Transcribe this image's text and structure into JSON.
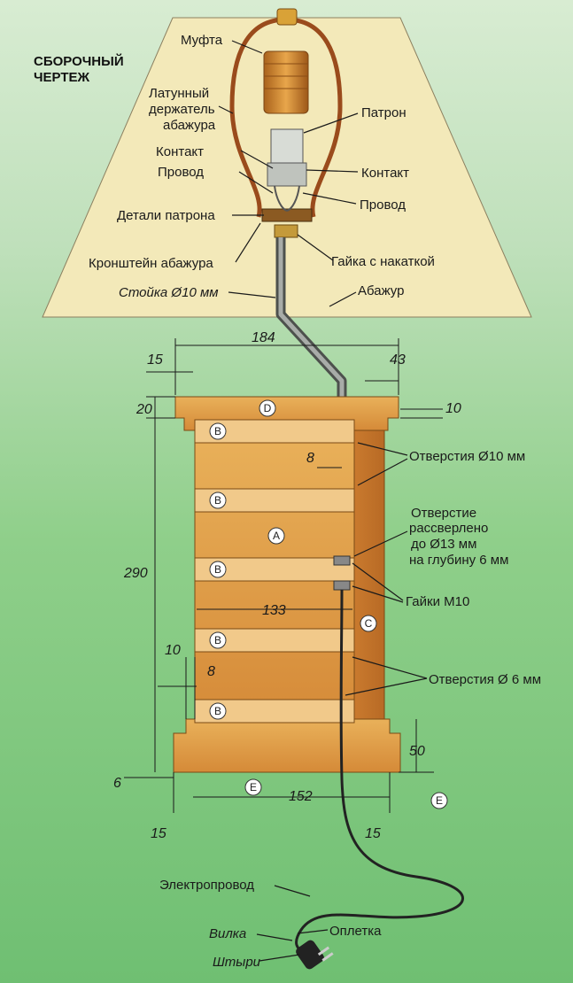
{
  "title_line1": "СБОРОЧНЫЙ",
  "title_line2": "ЧЕРТЕЖ",
  "labels": {
    "mufta": "Муфта",
    "holder1": "Латунный",
    "holder2": "держатель",
    "holder3": "абажура",
    "patron": "Патрон",
    "kontakt_l": "Контакт",
    "kontakt_r": "Контакт",
    "provod_l": "Провод",
    "provod_r": "Провод",
    "parts": "Детали патрона",
    "bracket": "Кронштейн абажура",
    "nut": "Гайка с накаткой",
    "rod": "Стойка Ø10 мм",
    "shade": "Абажур",
    "holes10": "Отверстия Ø10 мм",
    "drill1": "Отверстие",
    "drill2": "рассверлено",
    "drill3": "до Ø13 мм",
    "drill4": "на глубину 6 мм",
    "nuts": "Гайки М10",
    "holes6": "Отверстия Ø 6 мм",
    "cord": "Электропровод",
    "braid": "Оплетка",
    "plug": "Вилка",
    "pins": "Штыри"
  },
  "dims": {
    "d184": "184",
    "d15a": "15",
    "d43": "43",
    "d20": "20",
    "d10a": "10",
    "d8a": "8",
    "d290": "290",
    "d133": "133",
    "d10b": "10",
    "d8b": "8",
    "d50": "50",
    "d6": "6",
    "d152": "152",
    "d15b": "15",
    "d15c": "15"
  },
  "parts": {
    "A": "A",
    "B": "B",
    "C": "C",
    "D": "D",
    "E": "E"
  }
}
